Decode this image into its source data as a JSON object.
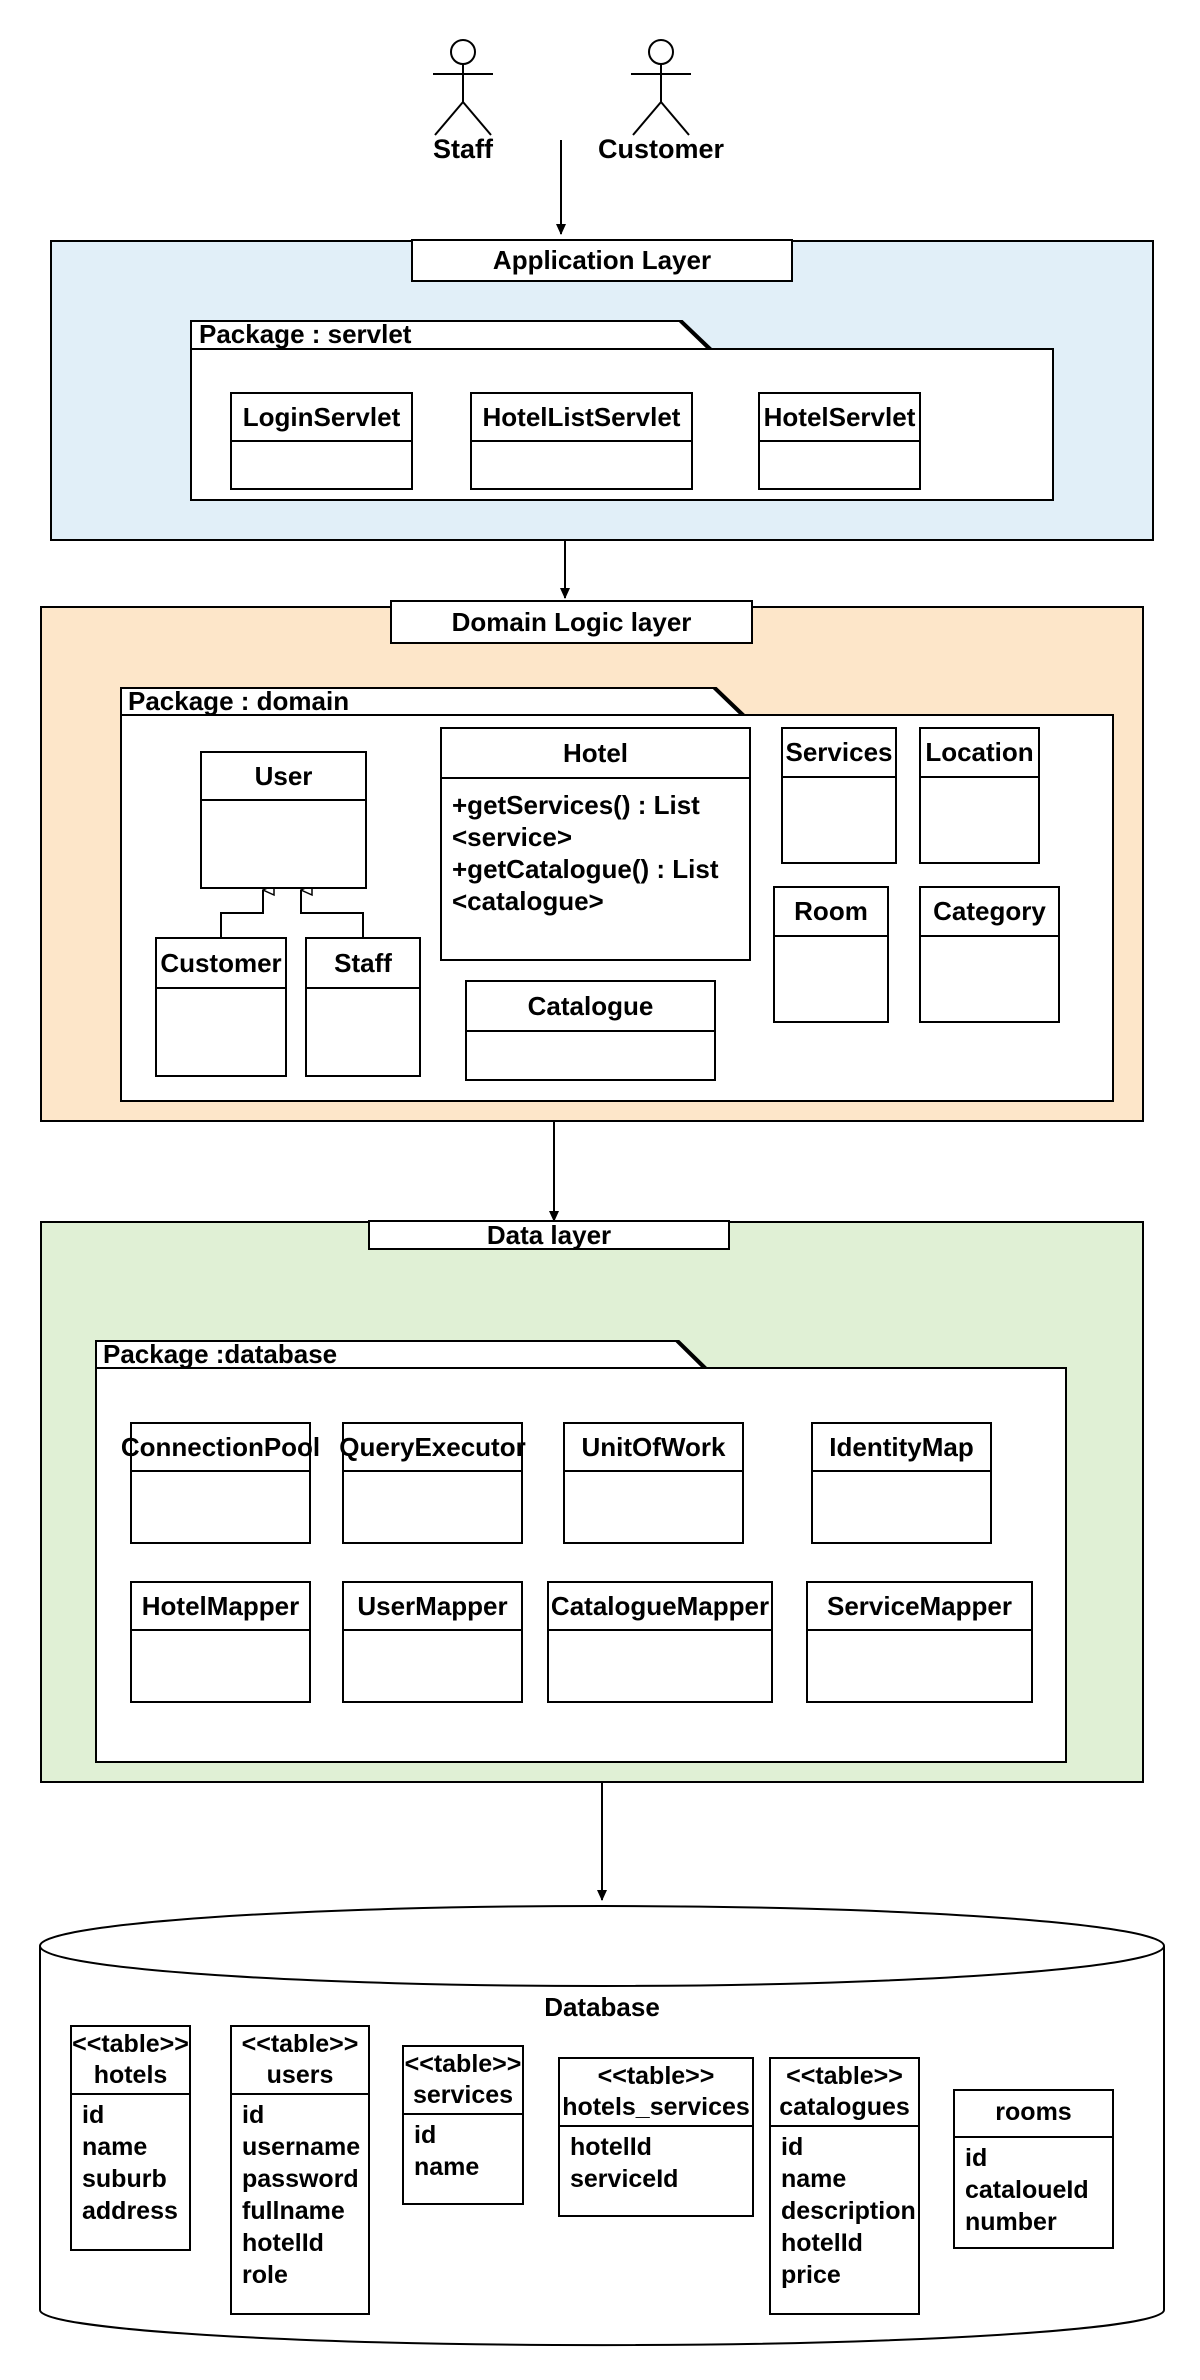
{
  "actors": [
    {
      "label": "Staff"
    },
    {
      "label": "Customer"
    }
  ],
  "colors": {
    "application_layer_fill": "#e1eff8",
    "domain_layer_fill": "#fde6c9",
    "data_layer_fill": "#e0f0d5",
    "stroke": "#000000"
  },
  "application_layer": {
    "title": "Application Layer",
    "package": "Package : servlet",
    "classes": [
      "LoginServlet",
      "HotelListServlet",
      "HotelServlet"
    ]
  },
  "domain_layer": {
    "title": "Domain Logic layer",
    "package": "Package : domain",
    "user": "User",
    "customer": "Customer",
    "staff": "Staff",
    "hotel": {
      "name": "Hotel",
      "methods": [
        "+getServices() : List",
        "<service>",
        "+getCatalogue() : List",
        "<catalogue>"
      ]
    },
    "catalogue": "Catalogue",
    "services": "Services",
    "location": "Location",
    "room": "Room",
    "category": "Category"
  },
  "data_layer": {
    "title": "Data layer",
    "package": "Package :database",
    "classes": [
      "ConnectionPool",
      "QueryExecutor",
      "UnitOfWork",
      "IdentityMap",
      "HotelMapper",
      "UserMapper",
      "CatalogueMapper",
      "ServiceMapper"
    ]
  },
  "database": {
    "label": "Database",
    "tables": [
      {
        "head": [
          "<<table>>",
          "hotels"
        ],
        "fields": [
          "id",
          "name",
          "suburb",
          "address"
        ]
      },
      {
        "head": [
          "<<table>>",
          "users"
        ],
        "fields": [
          "id",
          "username",
          "password",
          "fullname",
          "hotelId",
          "role"
        ]
      },
      {
        "head": [
          "<<table>>",
          "services"
        ],
        "fields": [
          "id",
          "name"
        ]
      },
      {
        "head": [
          "<<table>>",
          "hotels_services"
        ],
        "fields": [
          "hotelId",
          "serviceId"
        ]
      },
      {
        "head": [
          "<<table>>",
          "catalogues"
        ],
        "fields": [
          "id",
          "name",
          "description",
          "hotelId",
          "price"
        ]
      },
      {
        "head": [
          "rooms"
        ],
        "fields": [
          "id",
          "cataloueId",
          "number"
        ]
      }
    ]
  }
}
